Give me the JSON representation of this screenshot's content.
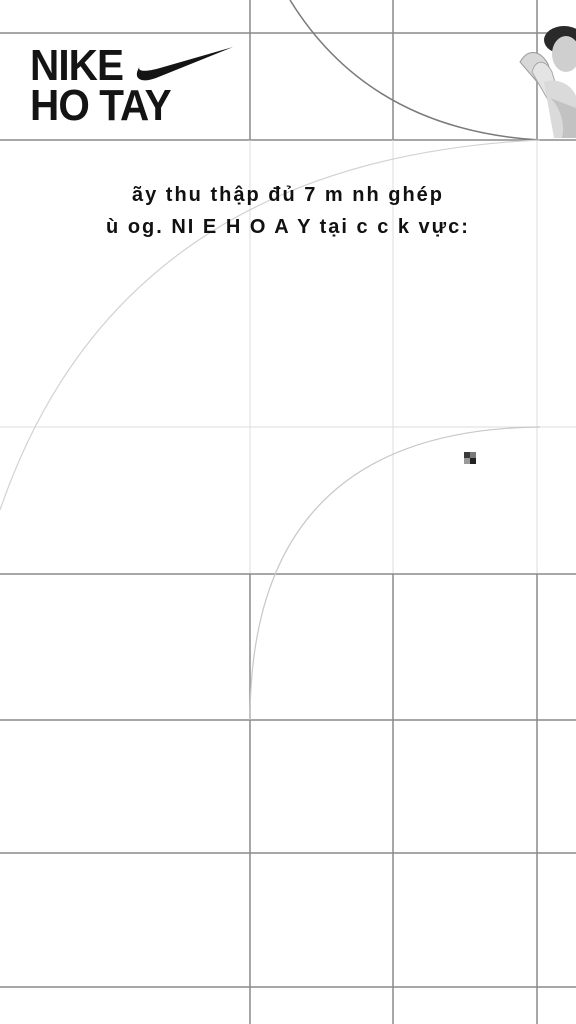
{
  "brand": {
    "logo_line1": "NIKE",
    "logo_line2": "HO TAY",
    "logo_color": "#141414"
  },
  "heading": {
    "line1": "ãy thu thập đủ 7 m nh ghép",
    "line2": "ù og. NI E H O A Y tại c c k vực:"
  },
  "colors": {
    "grid_line": "#8a8a8a",
    "grid_line_light": "#d4d4d4",
    "curve": "#7a7a7a",
    "curve_light": "#cfcfcf",
    "background": "#ffffff"
  },
  "icons": {
    "swoosh": "nike-swoosh-icon",
    "marker": "map-marker-icon"
  }
}
